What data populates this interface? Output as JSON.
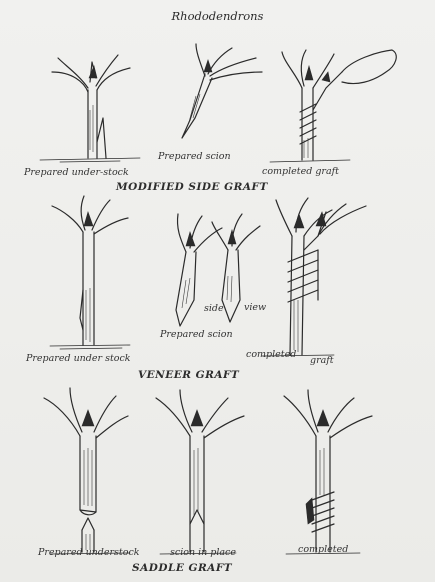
{
  "title": "Rhododendrons",
  "sections": {
    "modified_side": {
      "heading": "MODIFIED SIDE GRAFT",
      "captions": {
        "understock": "Prepared under-stock",
        "scion": "Prepared scion",
        "completed": "completed graft"
      }
    },
    "veneer": {
      "heading": "VENEER GRAFT",
      "captions": {
        "understock": "Prepared under stock",
        "side": "side",
        "view": "view",
        "scion": "Prepared scion",
        "completed_1": "completed",
        "completed_2": "graft"
      }
    },
    "saddle": {
      "heading": "SADDLE GRAFT",
      "captions": {
        "understock": "Prepared understock",
        "scion_in_place": "scion in place",
        "completed": "completed"
      }
    }
  }
}
